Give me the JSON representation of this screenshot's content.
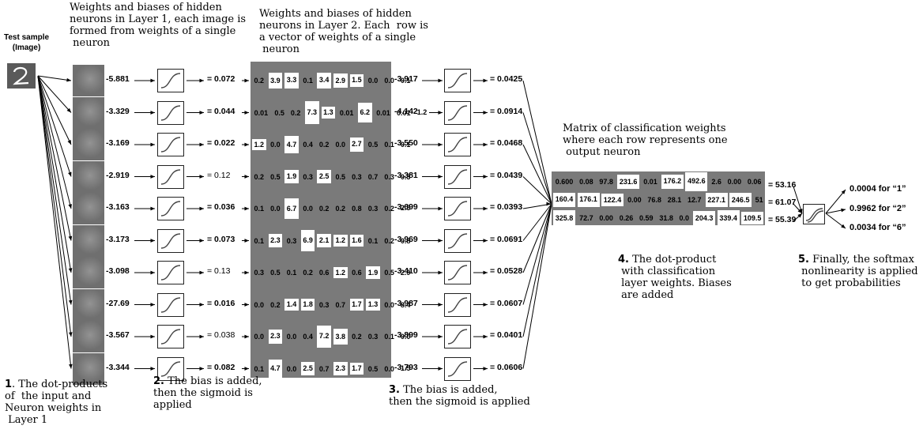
{
  "test_sample_label": "Test sample\n(Image)",
  "captions": {
    "layer1_title": "Weights and biases of hidden\nneurons in Layer 1, each image is\nformed from weights of a single\n neuron",
    "layer2_title": "Weights and biases of hidden\nneurons in Layer 2. Each  row is\na vector of weights of a single\n neuron",
    "class_title": "Matrix of classification weights\nwhere each row represents one\n output neuron",
    "step1_num": "1",
    "step1_text": ". The dot-products\nof  the input and\nNeuron weights in\n Layer 1",
    "step2_num": "2.",
    "step2_text": " The bias is added,\nthen the sigmoid is\napplied",
    "step3_num": "3.",
    "step3_text": " The bias is added,\nthen the sigmoid is applied",
    "step4_num": "4.",
    "step4_text": " The dot-product\n with classification\n layer weights. Biases\n are added",
    "step5_num": "5.",
    "step5_text": " Finally, the softmax\n nonlinearity is applied\n to get probabilities"
  },
  "layer1": {
    "dot_products": [
      "-5.881",
      "-3.329",
      "-3.169",
      "-2.919",
      "-3.163",
      "-3.173",
      "-3.098",
      "-27.69",
      "-3.567",
      "-3.344"
    ],
    "outputs": [
      "= 0.072",
      "= 0.044",
      "= 0.022",
      "= 0.12",
      "= 0.036",
      "= 0.073",
      "= 0.13",
      "= 0.016",
      "= 0.038",
      "= 0.082"
    ],
    "light_rows": [
      3,
      6,
      8
    ]
  },
  "layer2": {
    "rows": [
      [
        "0.2",
        "3.9",
        "3.3",
        "0.1",
        "3.4",
        "2.9",
        "1.5",
        "0.0",
        "0.0",
        "0.1"
      ],
      [
        "0.01",
        "0.5",
        "0.2",
        "7.3",
        "1.3",
        "0.01",
        "6.2",
        "0.01",
        "0.01",
        "1.2"
      ],
      [
        "1.2",
        "0.0",
        "4.7",
        "0.4",
        "0.2",
        "0.0",
        "2.7",
        "0.5",
        "0.1",
        "0.1"
      ],
      [
        "0.2",
        "0.5",
        "1.9",
        "0.3",
        "2.5",
        "0.5",
        "0.3",
        "0.7",
        "0.3",
        "0.3"
      ],
      [
        "0.1",
        "0.0",
        "6.7",
        "0.0",
        "0.2",
        "0.2",
        "0.8",
        "0.3",
        "0.2",
        "2.5"
      ],
      [
        "0.1",
        "2.3",
        "0.3",
        "6.9",
        "2.1",
        "1.2",
        "1.6",
        "0.1",
        "0.2",
        "0.8"
      ],
      [
        "0.3",
        "0.5",
        "0.1",
        "0.2",
        "0.6",
        "1.2",
        "0.6",
        "1.9",
        "0.5",
        "2.9"
      ],
      [
        "0.0",
        "0.2",
        "1.4",
        "1.8",
        "0.3",
        "0.7",
        "1.7",
        "1.3",
        "0.0",
        "8.4"
      ],
      [
        "0.0",
        "2.3",
        "0.0",
        "0.4",
        "7.2",
        "3.8",
        "0.2",
        "0.3",
        "0.1",
        "0.0"
      ],
      [
        "0.1",
        "4.7",
        "0.0",
        "2.5",
        "0.7",
        "2.3",
        "1.7",
        "0.5",
        "0.0",
        "1.5"
      ]
    ],
    "dot_products": [
      "-3.917",
      "-4.142",
      "-3.550",
      "-3.381",
      "-3.699",
      "-3.969",
      "-3.410",
      "-3.987",
      "-3.899",
      "-3.793"
    ],
    "outputs": [
      "= 0.0425",
      "= 0.0914",
      "= 0.0468",
      "= 0.0439",
      "= 0.0393",
      "= 0.0691",
      "= 0.0528",
      "= 0.0607",
      "= 0.0401",
      "= 0.0606"
    ]
  },
  "classifier": {
    "rows": [
      [
        "0.600",
        "0.08",
        "97.8",
        "231.6",
        "0.01",
        "176.2",
        "492.6",
        "2.6",
        "0.00",
        "0.06"
      ],
      [
        "160.4",
        "176.1",
        "122.4",
        "0.00",
        "76.8",
        "28.1",
        "12.7",
        "227.1",
        "246.5",
        "51"
      ],
      [
        "325.8",
        "72.7",
        "0.00",
        "0.26",
        "0.59",
        "31.8",
        "0.0",
        "204.3",
        "339.4",
        "109.5"
      ]
    ],
    "outputs": [
      "= 53.16",
      "= 61.07",
      "= 55.39"
    ]
  },
  "probabilities": [
    "0.0004 for “1”",
    "0.9962 for “2”",
    "0.0034 for “6”"
  ]
}
